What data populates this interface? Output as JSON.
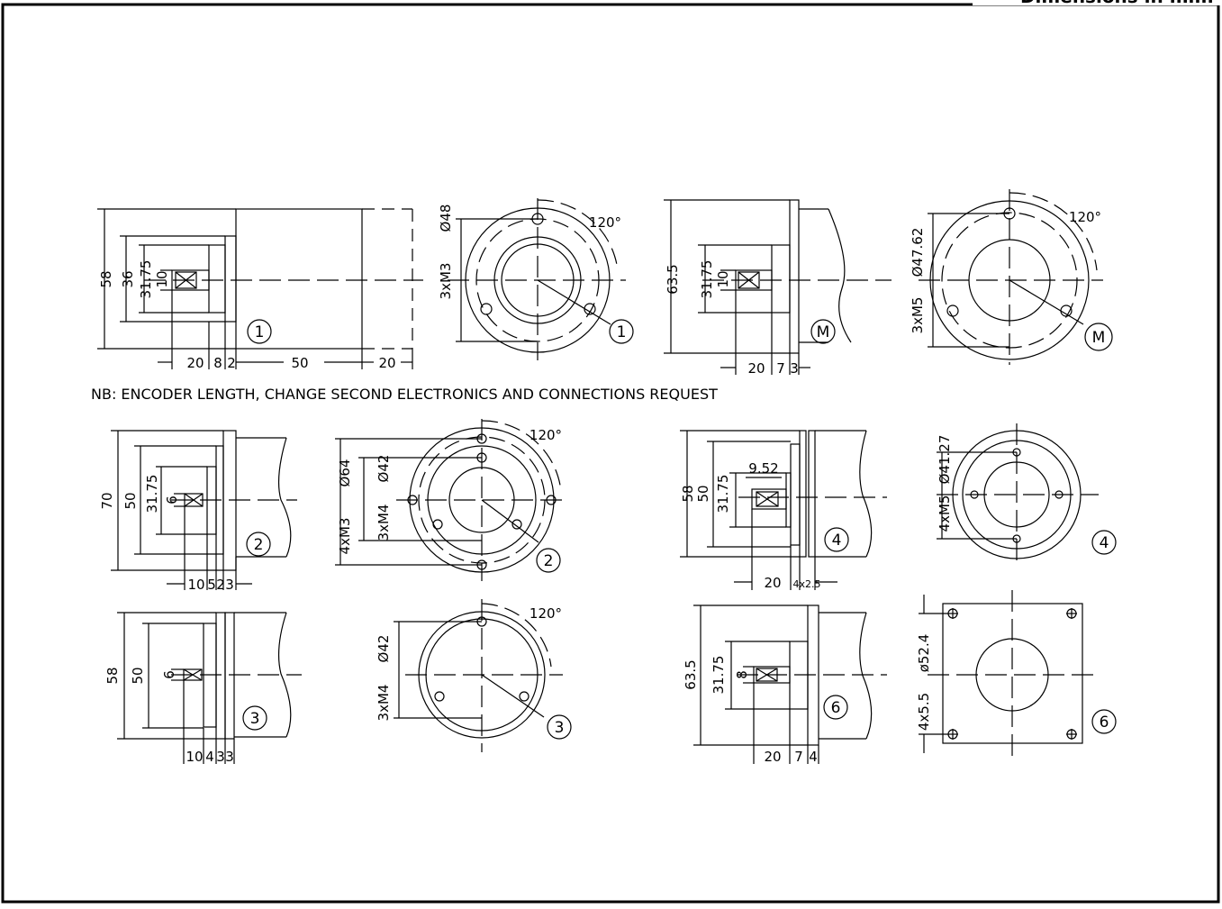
{
  "header": {
    "title": "Dimensions in mm."
  },
  "note": "NB: ENCODER LENGTH, CHANGE SECOND ELECTRONICS AND CONNECTIONS REQUEST",
  "variants": [
    {
      "id": "1",
      "side": {
        "height": "58",
        "body_dims": [
          "36",
          "31.75"
        ],
        "shaft": "10",
        "lengths": [
          "20",
          "8",
          "2",
          "50",
          "20"
        ]
      },
      "front": {
        "holes": "3xM3",
        "pcd": "Ø48",
        "angle": "120°"
      }
    },
    {
      "id": "M",
      "side": {
        "height": "63.5",
        "body_dims": [
          "31.75"
        ],
        "shaft": "10",
        "lengths": [
          "20",
          "7",
          "3"
        ]
      },
      "front": {
        "holes": "3xM5",
        "pcd": "Ø47.62",
        "angle": "120°"
      }
    },
    {
      "id": "2",
      "side": {
        "height": "70",
        "body_dims": [
          "50",
          "31.75"
        ],
        "shaft": "6",
        "lengths": [
          "10",
          "5",
          "2",
          "3"
        ]
      },
      "front": {
        "holes_outer": "4xM3",
        "pcd_outer": "Ø64",
        "holes_inner": "3xM4",
        "pcd_inner": "Ø42",
        "angle": "120°"
      }
    },
    {
      "id": "4",
      "side": {
        "height": "58",
        "body_dims": [
          "50",
          "31.75"
        ],
        "flat": "9.52",
        "lengths": [
          "20",
          "4x2.5"
        ]
      },
      "front": {
        "holes": "4xM5",
        "pcd": "Ø41.27"
      }
    },
    {
      "id": "3",
      "side": {
        "height": "58",
        "body_dims": [
          "50"
        ],
        "shaft": "6",
        "lengths": [
          "10",
          "4",
          "3",
          "3"
        ]
      },
      "front": {
        "holes": "3xM4",
        "pcd": "Ø42",
        "angle": "120°"
      }
    },
    {
      "id": "6",
      "side": {
        "height": "63.5",
        "body_dims": [
          "31.75"
        ],
        "shaft": "8",
        "lengths": [
          "20",
          "7",
          "4"
        ]
      },
      "front": {
        "holes": "4x5.5",
        "pcd": "ø52.4"
      }
    }
  ]
}
